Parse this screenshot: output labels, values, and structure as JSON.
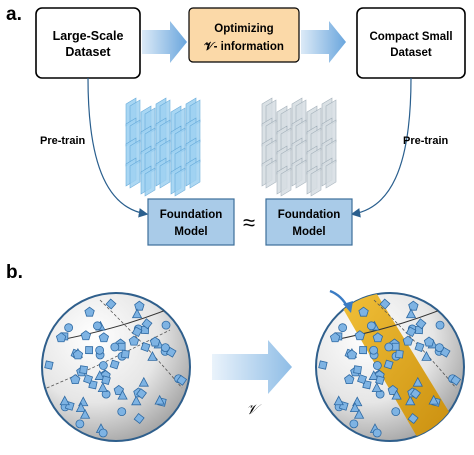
{
  "panel_a": {
    "label": "a.",
    "box_left": {
      "line1": "Large-Scale",
      "line2": "Dataset"
    },
    "box_center": {
      "line1": "Optimizing",
      "line2": "𝒱- information"
    },
    "box_right": {
      "line1": "Compact Small",
      "line2": "Dataset"
    },
    "pretrain_left": "Pre-train",
    "pretrain_right": "Pre-train",
    "model_left": {
      "line1": "Foundation",
      "line2": "Model"
    },
    "model_right": {
      "line1": "Foundation",
      "line2": "Model"
    },
    "approx_symbol": "≈"
  },
  "panel_b": {
    "label": "b.",
    "arrow_caption": "𝒱"
  },
  "colors": {
    "box_fill": "#ffffff",
    "box_border": "#000000",
    "highlight_fill": "#fbd9a8",
    "model_fill": "#a9cbe8",
    "model_border": "#3c6e9a",
    "arrow_blue": "#6aa6dd",
    "network_blue": "#9fd2f2",
    "network_gray": "#cfd8de",
    "band_gold": "#d9a21a",
    "shape_blue": "#7eb3e3"
  },
  "icons": [
    "right-arrow-icon",
    "curved-arrow-icon",
    "neural-network-icon",
    "sphere-icon",
    "pointer-arrow-icon"
  ]
}
